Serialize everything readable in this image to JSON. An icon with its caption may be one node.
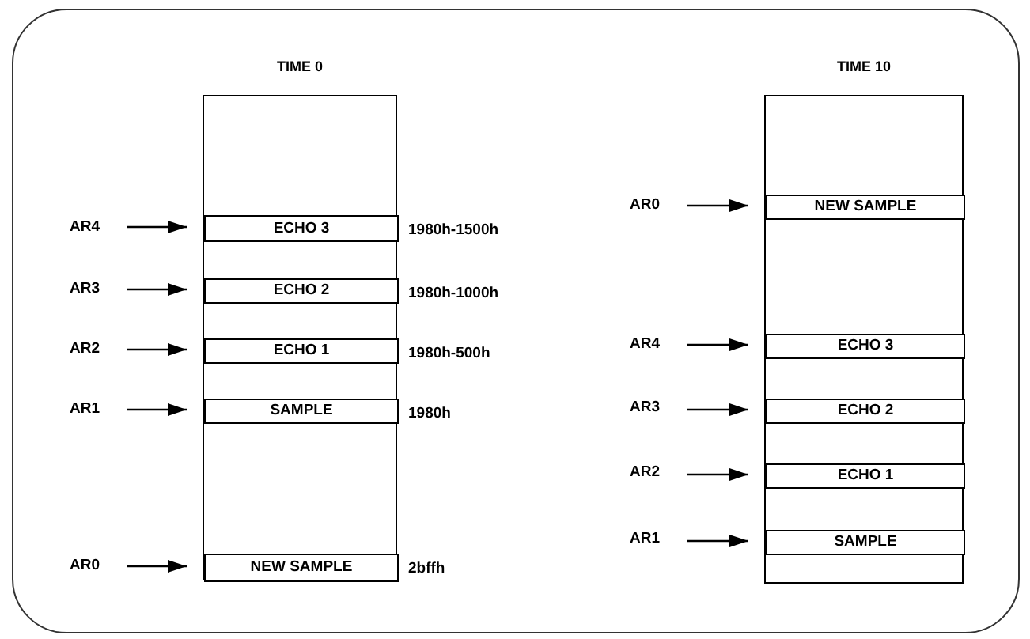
{
  "diagram": {
    "nodes": [
      {
        "text": [
          "TIME 0"
        ]
      },
      {
        "text": [
          "ECHO 3"
        ],
        "in": 0,
        "beside": [
          "1980h-1500h"
        ]
      },
      {
        "text": [
          "ECHO 2"
        ],
        "in": 0,
        "beside": [
          "1980h-1000h"
        ]
      },
      {
        "text": [
          "ECHO 1"
        ],
        "in": 0,
        "beside": [
          "1980h-500h"
        ]
      },
      {
        "text": [
          "SAMPLE"
        ],
        "in": 0,
        "beside": [
          "1980h"
        ]
      },
      {
        "text": [
          "NEW SAMPLE"
        ],
        "in": 0,
        "beside": [
          "2bffh"
        ]
      },
      {
        "text": [
          "AR4"
        ]
      },
      {
        "text": [
          "AR3"
        ]
      },
      {
        "text": [
          "AR2"
        ]
      },
      {
        "text": [
          "AR1"
        ]
      },
      {
        "text": [
          "AR0"
        ]
      },
      {
        "text": [
          "TIME 10"
        ]
      },
      {
        "text": [
          "NEW SAMPLE"
        ],
        "in": 11
      },
      {
        "text": [
          "ECHO 3"
        ],
        "in": 11
      },
      {
        "text": [
          "ECHO 2"
        ],
        "in": 11
      },
      {
        "text": [
          "ECHO 1"
        ],
        "in": 11
      },
      {
        "text": [
          "SAMPLE"
        ],
        "in": 11
      },
      {
        "text": [
          "AR0"
        ]
      },
      {
        "text": [
          "AR4"
        ]
      },
      {
        "text": [
          "AR3"
        ]
      },
      {
        "text": [
          "AR2"
        ]
      },
      {
        "text": [
          "AR1"
        ]
      }
    ],
    "edges": [
      {
        "from": 6,
        "to": 1,
        "arrow": "to"
      },
      {
        "from": 7,
        "to": 2,
        "arrow": "to"
      },
      {
        "from": 8,
        "to": 3,
        "arrow": "to"
      },
      {
        "from": 9,
        "to": 4,
        "arrow": "to"
      },
      {
        "from": 10,
        "to": 5,
        "arrow": "to"
      },
      {
        "from": 17,
        "to": 12,
        "arrow": "to"
      },
      {
        "from": 18,
        "to": 13,
        "arrow": "to"
      },
      {
        "from": 19,
        "to": 14,
        "arrow": "to"
      },
      {
        "from": 20,
        "to": 15,
        "arrow": "to"
      },
      {
        "from": 21,
        "to": 16,
        "arrow": "to"
      }
    ]
  }
}
